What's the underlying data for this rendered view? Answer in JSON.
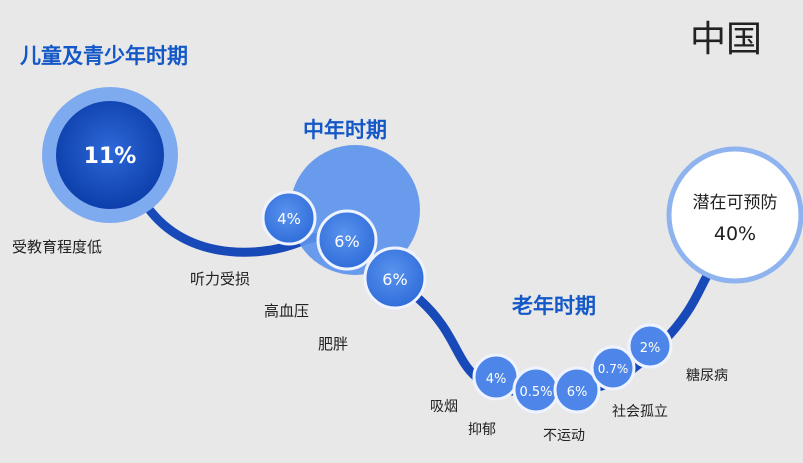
{
  "region": "中国",
  "stages": {
    "childhood": "儿童及青少年时期",
    "midlife": "中年时期",
    "later_life": "老年时期"
  },
  "bubbles": {
    "childhood_education": "11%",
    "hearing_loss": "4%",
    "hypertension": "6%",
    "obesity": "6%",
    "smoking": "4%",
    "depression": "0.5%",
    "inactivity": "6%",
    "social_isolation": "0.7%",
    "diabetes": "2%"
  },
  "factors": {
    "childhood_education": "受教育程度低",
    "hearing_loss": "听力受损",
    "hypertension": "高血压",
    "obesity": "肥胖",
    "smoking": "吸烟",
    "depression": "抑郁",
    "inactivity": "不运动",
    "social_isolation": "社会孤立",
    "diabetes": "糖尿病"
  },
  "total": {
    "label": "潜在可预防",
    "value": "40%"
  },
  "colors": {
    "path": "#1749b8",
    "dark_bubble": "#0f47b6",
    "mid_bubble": "#3c7be3",
    "light_ring": "#7eaaf0",
    "title": "#1458c8",
    "background": "#e8e8e8"
  }
}
